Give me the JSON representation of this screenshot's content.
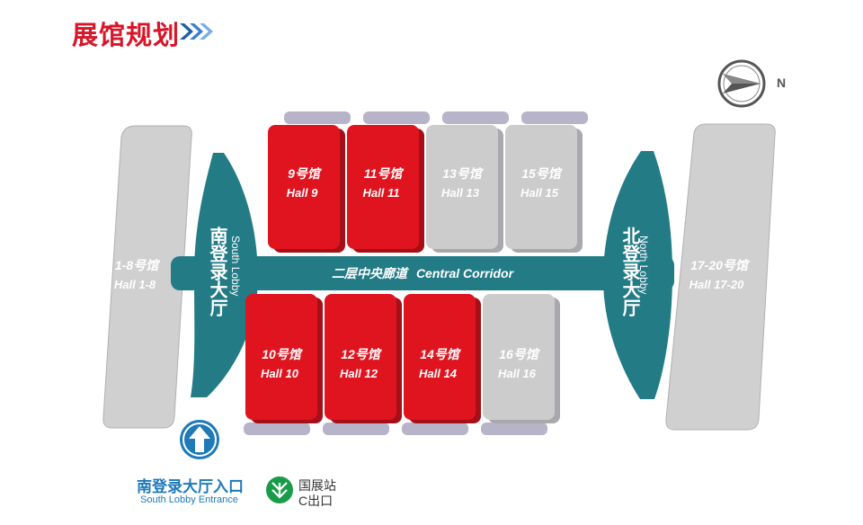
{
  "page_title": "展馆规划",
  "compass": {
    "label": "N",
    "icon": "compass-north-icon"
  },
  "corridor": {
    "label_cn": "二层中央廊道",
    "label_en": "Central Corridor"
  },
  "south_lobby": {
    "label_cn": "南登录大厅",
    "label_en": "South Lobby"
  },
  "north_lobby": {
    "label_cn": "北登录大厅",
    "label_en": "North Lobby"
  },
  "side_halls": [
    {
      "id": "hall-1-8",
      "cn": "1-8号馆",
      "en": "Hall 1-8"
    },
    {
      "id": "hall-17-20",
      "cn": "17-20号馆",
      "en": "Hall 17-20"
    }
  ],
  "top_halls": [
    {
      "id": "hall-9",
      "cn": "9号馆",
      "en": "Hall 9",
      "highlighted": true
    },
    {
      "id": "hall-11",
      "cn": "11号馆",
      "en": "Hall 11",
      "highlighted": true
    },
    {
      "id": "hall-13",
      "cn": "13号馆",
      "en": "Hall 13",
      "highlighted": false
    },
    {
      "id": "hall-15",
      "cn": "15号馆",
      "en": "Hall 15",
      "highlighted": false
    }
  ],
  "bottom_halls": [
    {
      "id": "hall-10",
      "cn": "10号馆",
      "en": "Hall 10",
      "highlighted": true
    },
    {
      "id": "hall-12",
      "cn": "12号馆",
      "en": "Hall 12",
      "highlighted": true
    },
    {
      "id": "hall-14",
      "cn": "14号馆",
      "en": "Hall 14",
      "highlighted": true
    },
    {
      "id": "hall-16",
      "cn": "16号馆",
      "en": "Hall 16",
      "highlighted": false
    }
  ],
  "entrance": {
    "label_cn": "南登录大厅入口",
    "label_en": "South Lobby Entrance",
    "icon": "up-arrow-icon"
  },
  "metro": {
    "station": "国展站",
    "exit": "C出口",
    "icon": "metro-logo-icon"
  },
  "colors": {
    "title_red": "#d7162a",
    "hall_red": "#e0141f",
    "hall_gray": "#cccccc",
    "lobby_teal": "#237b86",
    "entrance_blue": "#1e7ab8",
    "metro_green": "#1a9b48"
  }
}
